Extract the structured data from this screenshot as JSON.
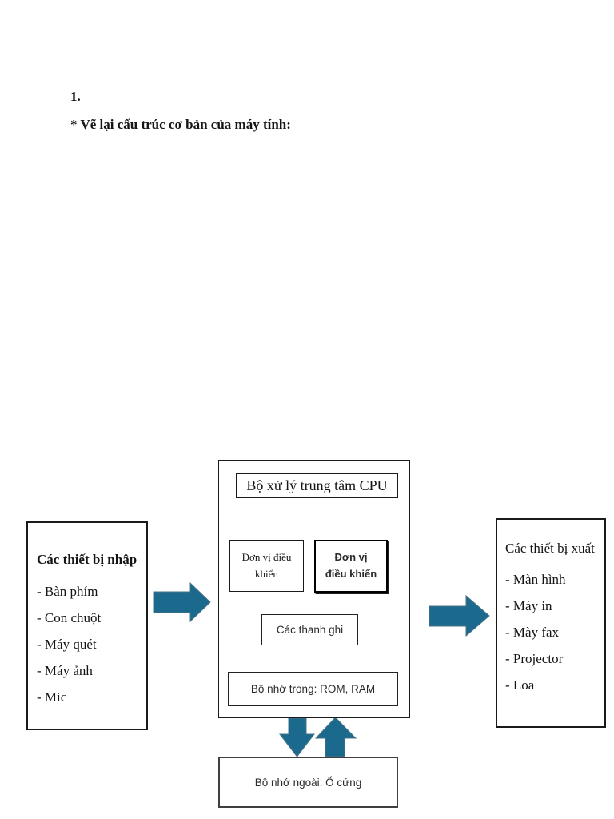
{
  "page": {
    "heading_number": "1.",
    "heading_title": "* Vẽ lại cấu trúc cơ bản của máy tính:"
  },
  "diagram": {
    "input_devices": {
      "title": "Các thiết bị nhập",
      "items": [
        "- Bàn phím",
        "- Con chuột",
        "- Máy quét",
        "- Máy ảnh",
        "- Mic"
      ]
    },
    "cpu": {
      "title": "Bộ xử lý trung tâm CPU",
      "control_unit_left": "Đơn vị điều khiển",
      "control_unit_right": "Đơn vị điều khiển",
      "registers": "Các thanh ghi",
      "internal_memory": "Bộ nhớ trong: ROM, RAM"
    },
    "output_devices": {
      "title": "Các thiết bị xuất",
      "items": [
        "- Màn hình",
        "- Máy in",
        "- Mày fax",
        "- Projector",
        "- Loa"
      ]
    },
    "external_memory": "Bộ nhớ ngoài: Ổ cứng",
    "colors": {
      "arrow_fill": "#1b6a8e",
      "box_border": "#1a1a1a",
      "external_box_border": "#3f3f3f"
    }
  }
}
